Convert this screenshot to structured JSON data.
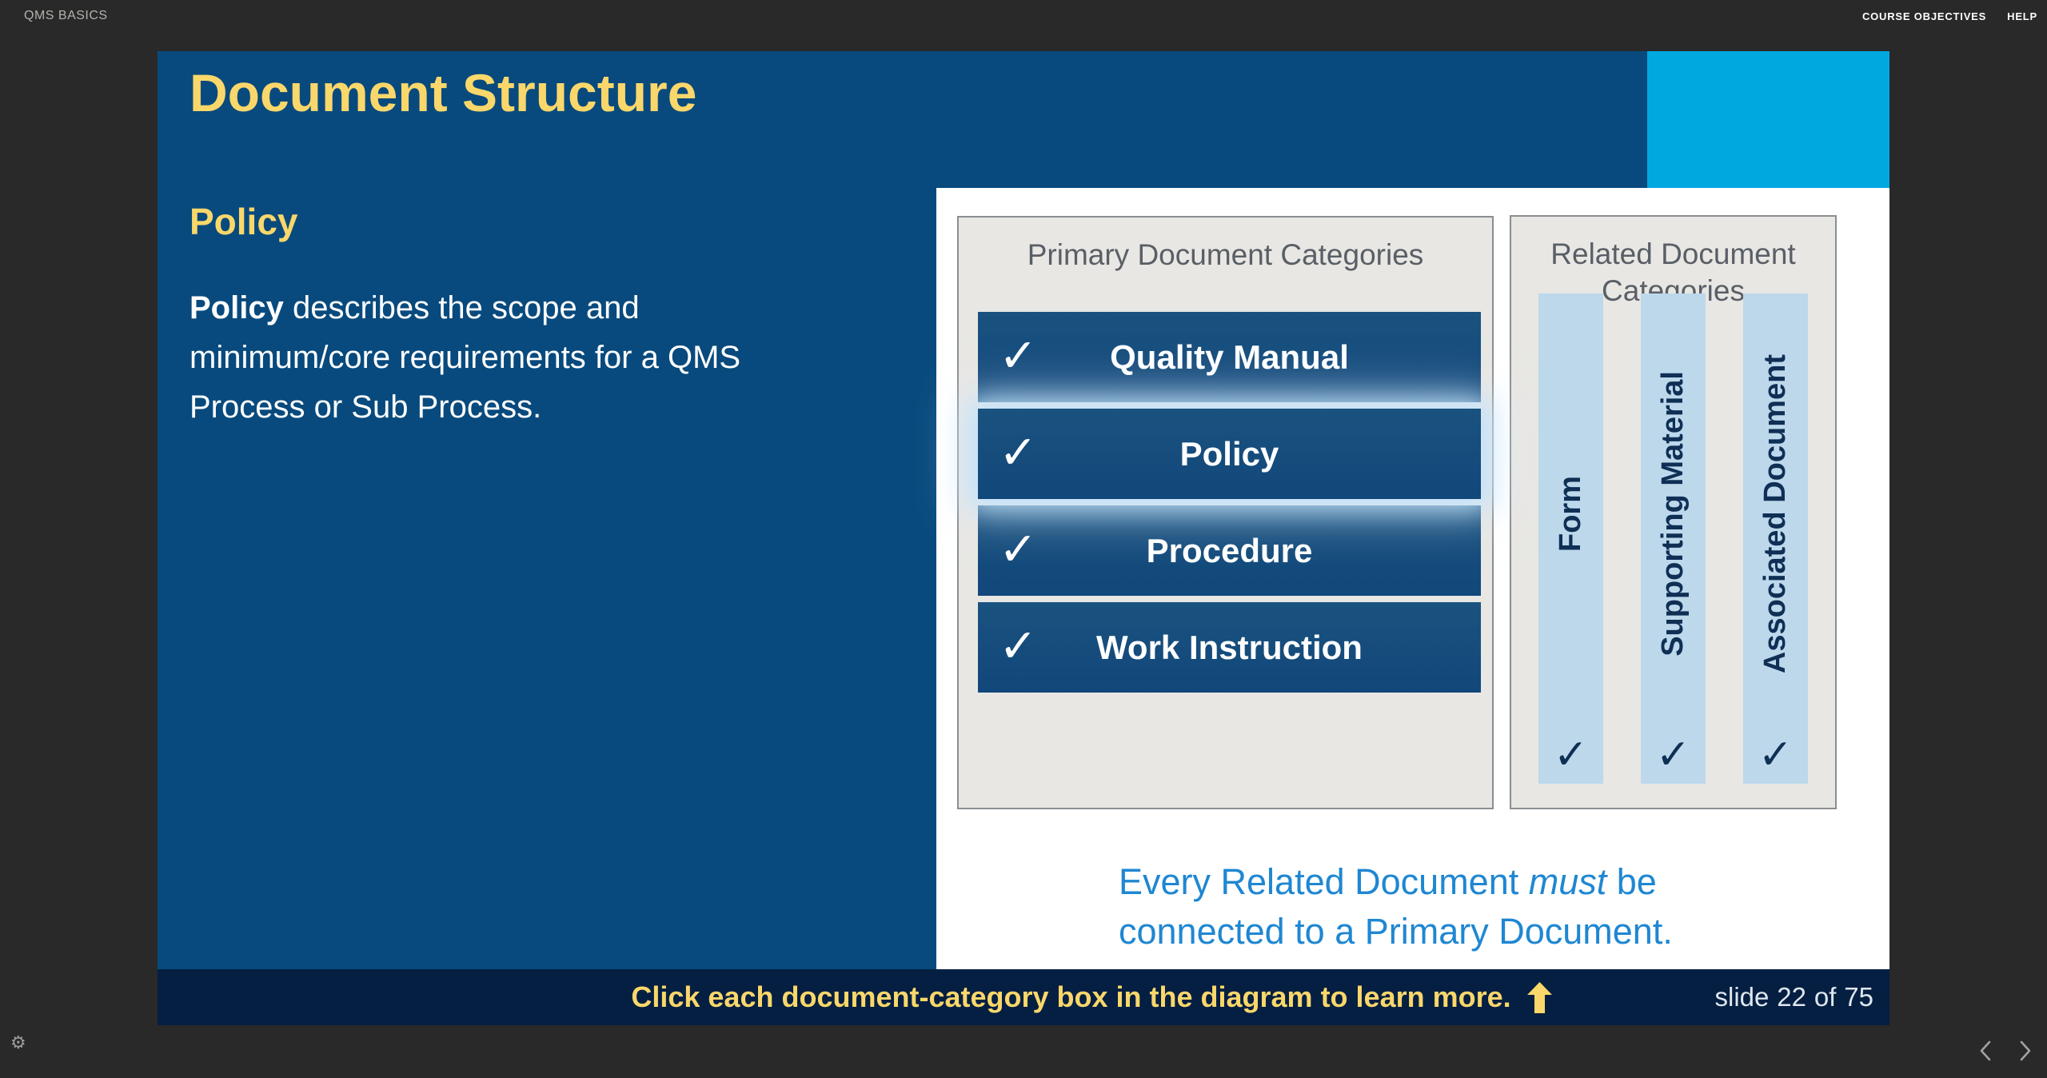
{
  "topbar": {
    "course_title": "QMS BASICS",
    "course_objectives_label": "COURSE OBJECTIVES",
    "help_label": "HELP"
  },
  "slide": {
    "title": "Document Structure",
    "heading": "Policy",
    "body": {
      "bold": "Policy",
      "rest": " describes the scope and minimum/core requirements for a QMS Process or Sub Process."
    },
    "primary_panel": {
      "title": "Primary Document Categories",
      "check_glyph": "✓",
      "items": [
        {
          "label": "Quality Manual",
          "checked": true,
          "highlighted": false
        },
        {
          "label": "Policy",
          "checked": true,
          "highlighted": true
        },
        {
          "label": "Procedure",
          "checked": true,
          "highlighted": false
        },
        {
          "label": "Work Instruction",
          "checked": true,
          "highlighted": false
        }
      ]
    },
    "related_panel": {
      "title": "Related Document Categories",
      "check_glyph": "✓",
      "items": [
        {
          "label": "Form",
          "checked": true
        },
        {
          "label": "Supporting Material",
          "checked": true
        },
        {
          "label": "Associated Document",
          "checked": true
        }
      ]
    },
    "statement": {
      "prefix": "Every Related Document ",
      "emphasis": "must",
      "suffix": " be connected to a Primary Document."
    },
    "footer": {
      "instruction": "Click each document-category box in the diagram to learn more.",
      "up_arrow_icon": "up-arrow-icon",
      "counter": {
        "label": "slide",
        "current": 22,
        "separator": "of",
        "total": 75
      }
    }
  },
  "player": {
    "gear_glyph": "⚙",
    "gear_icon": "gear-icon",
    "prev_icon": "chevron-left-icon",
    "next_icon": "chevron-right-icon"
  },
  "colors": {
    "page_bg": "#292929",
    "slide_blue": "#084a7d",
    "accent_cyan": "#00a8e0",
    "accent_yellow": "#fad76a",
    "panel_bg": "#e8e7e4",
    "panel_border": "#8a8e92",
    "panel_title_gray": "#5a5f66",
    "category_box_blue": "#154b7d",
    "related_column_blue": "#bdd8eb",
    "navy_text": "#0f2f55",
    "statement_blue": "#1f87d2",
    "footer_navy": "#041f42",
    "counter_text": "#dfe6ee"
  }
}
